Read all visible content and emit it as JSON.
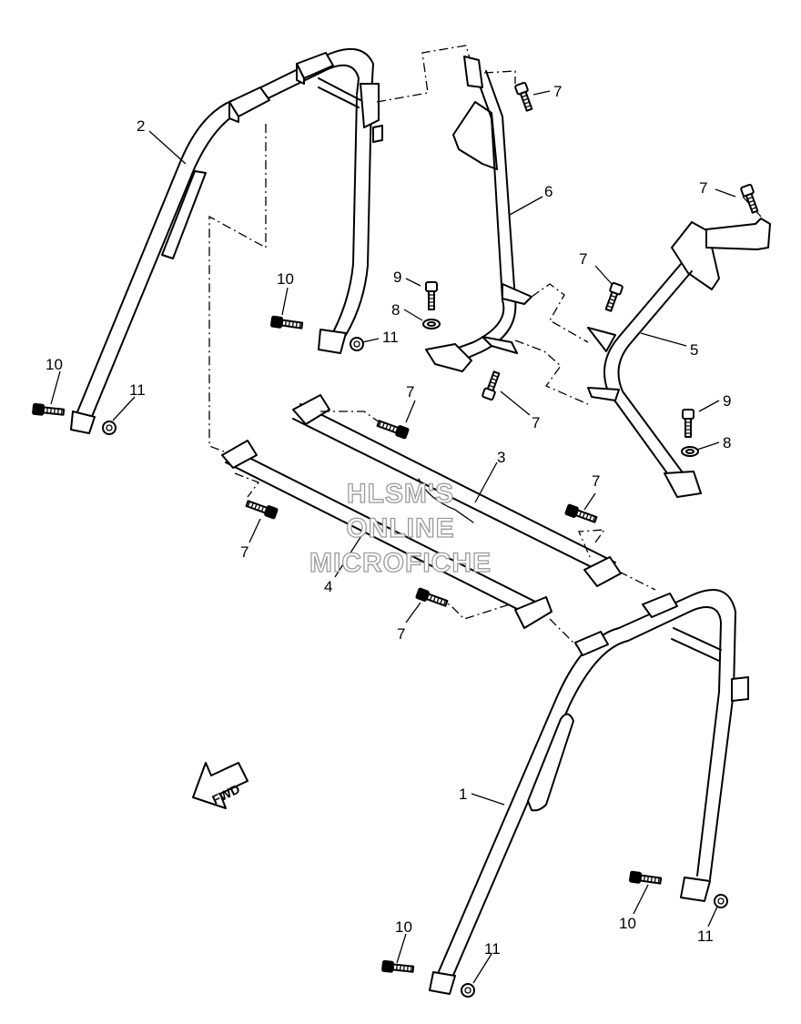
{
  "watermark": {
    "line1": "HLSM'S",
    "line2": "ONLINE",
    "line3": "MICROFICHE"
  },
  "direction_arrow": {
    "label": "FWD"
  },
  "callouts": {
    "c1": "1",
    "c2": "2",
    "c3": "3",
    "c4": "4",
    "c5": "5",
    "c6": "6",
    "c7a": "7",
    "c7b": "7",
    "c7c": "7",
    "c7d": "7",
    "c7e": "7",
    "c7f": "7",
    "c7g": "7",
    "c7h": "7",
    "c8a": "8",
    "c8b": "8",
    "c9a": "9",
    "c9b": "9",
    "c10a": "10",
    "c10b": "10",
    "c10c": "10",
    "c10d": "10",
    "c11a": "11",
    "c11b": "11",
    "c11c": "11",
    "c11d": "11"
  },
  "icons": {
    "bolt": "hex-flange-bolt-icon",
    "washer": "plain-washer-icon",
    "nut": "flange-nut-icon",
    "arrow": "forward-arrow-icon"
  },
  "colors": {
    "line": "#000000",
    "watermark_outline": "#9a9a9a",
    "background": "#ffffff"
  }
}
